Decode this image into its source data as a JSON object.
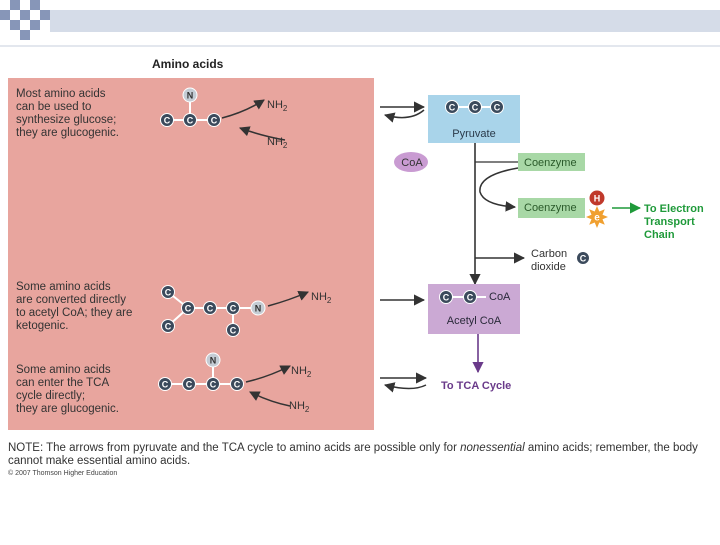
{
  "colors": {
    "salmon": "#e8a59e",
    "blue_box": "#a9d4ea",
    "green_box": "#a8d8a6",
    "purple_box": "#cba9d4",
    "coa_oval": "#c99bd2",
    "carbon_atom": "#3b4a5c",
    "nitrogen_atom": "#c4ccd4",
    "hydrogen_atom": "#c0392b",
    "electron_star": "#f0a030",
    "accent_green": "#1f9a3a",
    "accent_purple": "#6a3a8a",
    "header_blue": "#b3c0d6"
  },
  "title": "Amino acids",
  "groups": {
    "glucogenic_1": [
      "Most amino acids",
      "can be used to",
      "synthesize glucose;",
      "they are glucogenic."
    ],
    "ketogenic": [
      "Some amino acids",
      "are converted directly",
      "to acetyl CoA; they are",
      "ketogenic."
    ],
    "glucogenic_2": [
      "Some amino acids",
      "can enter the TCA",
      "cycle directly;",
      "they are glucogenic."
    ]
  },
  "atoms": {
    "carbon": "C",
    "nitrogen": "N",
    "hydrogen": "H",
    "electron": "e"
  },
  "labels": {
    "nh2": "NH",
    "nh2_sub": "2",
    "pyruvate": "Pyruvate",
    "coa": "CoA",
    "coenzyme": "Coenzyme",
    "carbon_dioxide": [
      "Carbon",
      "dioxide"
    ],
    "acetyl_coa": "Acetyl CoA",
    "to_etc": [
      "To Electron",
      "Transport",
      "Chain"
    ],
    "to_tca": "To TCA Cycle"
  },
  "note": {
    "prefix": "NOTE: The arrows from pyruvate and the TCA cycle to amino acids are possible only for ",
    "emphasis": "nonessential",
    "suffix": " amino acids; remember, the body cannot make essential amino acids."
  },
  "credit": "© 2007 Thomson Higher Education"
}
